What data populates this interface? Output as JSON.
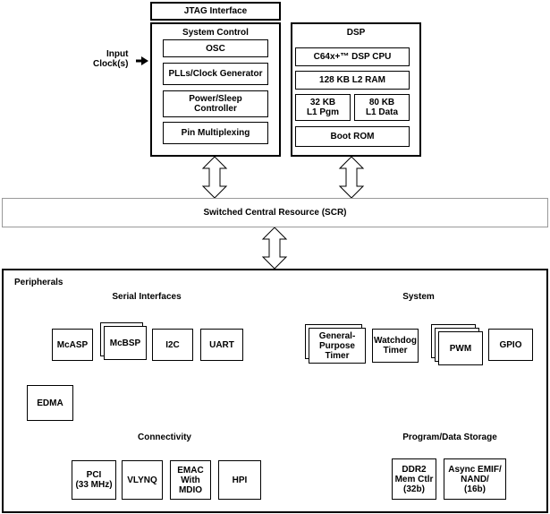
{
  "jtag": "JTAG Interface",
  "input_clock": "Input\nClock(s)",
  "system_control": {
    "title": "System Control",
    "blocks": [
      "OSC",
      "PLLs/Clock Generator",
      "Power/Sleep\nController",
      "Pin Multiplexing"
    ]
  },
  "dsp": {
    "title": "DSP",
    "cpu": "C64x+™ DSP CPU",
    "l2": "128 KB L2 RAM",
    "l1p": "32 KB\nL1 Pgm",
    "l1d": "80 KB\nL1 Data",
    "boot": "Boot ROM"
  },
  "scr": "Switched Central Resource (SCR)",
  "peripherals": {
    "title": "Peripherals",
    "serial": {
      "title": "Serial Interfaces",
      "items": [
        "McASP",
        "McBSP",
        "I2C",
        "UART"
      ]
    },
    "system": {
      "title": "System",
      "items": [
        "General-\nPurpose\nTimer",
        "Watchdog\nTimer",
        "PWM",
        "GPIO"
      ]
    },
    "edma": "EDMA",
    "connectivity": {
      "title": "Connectivity",
      "items": [
        "PCI\n(33 MHz)",
        "VLYNQ",
        "EMAC\nWith\nMDIO",
        "HPI"
      ]
    },
    "storage": {
      "title": "Program/Data Storage",
      "items": [
        "DDR2\nMem Ctlr\n(32b)",
        "Async EMIF/\nNAND/\n(16b)"
      ]
    }
  }
}
